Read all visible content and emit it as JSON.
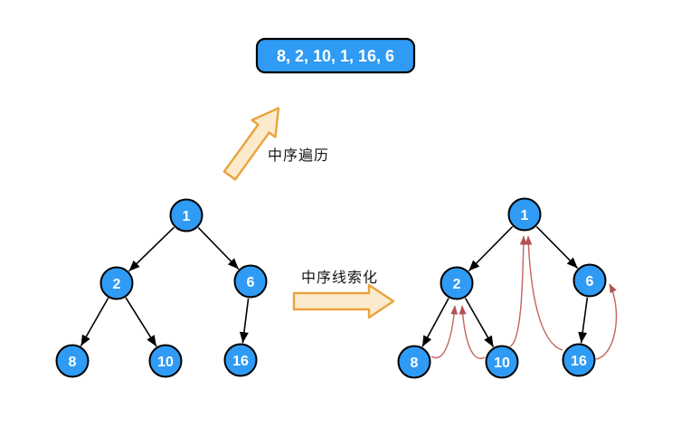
{
  "sequence_box": {
    "label": "8, 2, 10, 1, 16, 6"
  },
  "labels": {
    "inorder_traversal": "中序遍历",
    "inorder_threading": "中序线索化"
  },
  "colors": {
    "node_fill": "#2f9bf4",
    "node_border": "#000000",
    "node_text": "#ffffff",
    "box_fill": "#2f9bf4",
    "edge": "#000000",
    "thread": "#c4625f",
    "thread_arrowhead": "#b05353",
    "block_arrow_fill": "#fceacc",
    "block_arrow_border": "#e9a33c"
  },
  "left_tree": {
    "description": "binary tree before threading",
    "nodes": [
      {
        "label": "1"
      },
      {
        "label": "2"
      },
      {
        "label": "6"
      },
      {
        "label": "8"
      },
      {
        "label": "10"
      },
      {
        "label": "16"
      }
    ],
    "edges": [
      {
        "from": "1",
        "to": "2"
      },
      {
        "from": "1",
        "to": "6"
      },
      {
        "from": "2",
        "to": "8"
      },
      {
        "from": "2",
        "to": "10"
      },
      {
        "from": "6",
        "to": "16"
      }
    ]
  },
  "right_tree": {
    "description": "in-order threaded binary tree",
    "nodes": [
      {
        "label": "1"
      },
      {
        "label": "2"
      },
      {
        "label": "6"
      },
      {
        "label": "8"
      },
      {
        "label": "10"
      },
      {
        "label": "16"
      }
    ],
    "edges": [
      {
        "from": "1",
        "to": "2"
      },
      {
        "from": "1",
        "to": "6"
      },
      {
        "from": "2",
        "to": "8"
      },
      {
        "from": "2",
        "to": "10"
      },
      {
        "from": "6",
        "to": "16"
      }
    ],
    "threads": [
      {
        "from": "8",
        "to": "2"
      },
      {
        "from": "10",
        "to": "2"
      },
      {
        "from": "10",
        "to": "1"
      },
      {
        "from": "16",
        "to": "1"
      },
      {
        "from": "16",
        "to": "6"
      }
    ]
  }
}
